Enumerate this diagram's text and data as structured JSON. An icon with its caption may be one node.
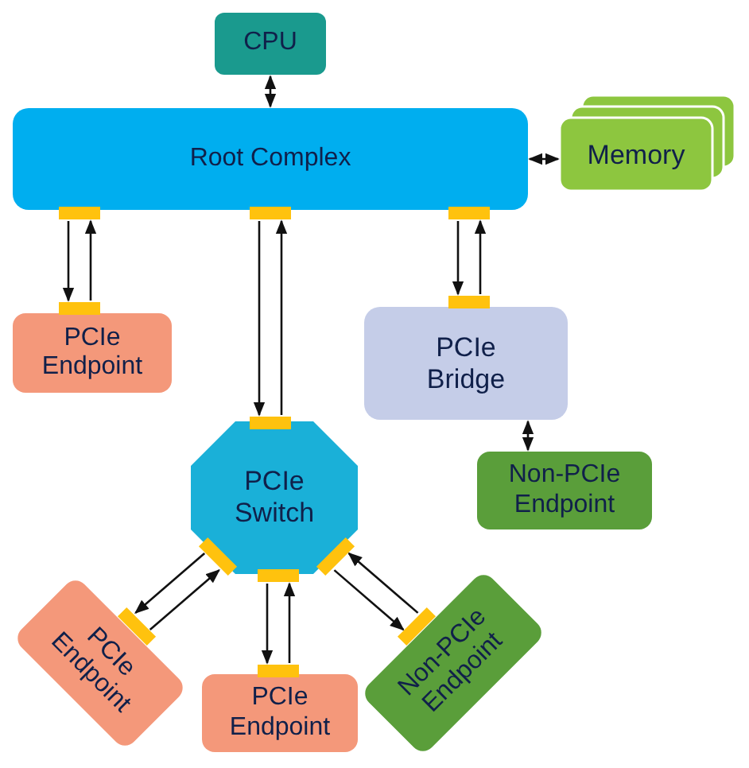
{
  "diagram": {
    "nodes": [
      {
        "text": [
          "CPU"
        ]
      },
      {
        "text": [
          "Root Complex"
        ]
      },
      {
        "text": [
          "Memory"
        ]
      },
      {
        "text": [
          "PCIe Endpoint"
        ]
      },
      {
        "text": [
          "PCIe Bridge"
        ]
      },
      {
        "text": [
          "PCIe Switch"
        ]
      },
      {
        "text": [
          "Non-PCIe Endpoint"
        ]
      },
      {
        "text": [
          "PCIe Endpoint"
        ]
      },
      {
        "text": [
          "PCIe Endpoint"
        ]
      },
      {
        "text": [
          "Non-PCIe Endpoint"
        ]
      }
    ],
    "edges": [
      {
        "from": 0,
        "to": 1,
        "arrow": "both"
      },
      {
        "from": 1,
        "to": 2,
        "arrow": "both"
      },
      {
        "from": 1,
        "to": 3,
        "arrow": "to"
      },
      {
        "from": 3,
        "to": 1,
        "arrow": "to"
      },
      {
        "from": 1,
        "to": 5,
        "arrow": "to"
      },
      {
        "from": 5,
        "to": 1,
        "arrow": "to"
      },
      {
        "from": 1,
        "to": 4,
        "arrow": "to"
      },
      {
        "from": 4,
        "to": 1,
        "arrow": "to"
      },
      {
        "from": 4,
        "to": 6,
        "arrow": "both"
      },
      {
        "from": 5,
        "to": 7,
        "arrow": "to"
      },
      {
        "from": 7,
        "to": 5,
        "arrow": "to"
      },
      {
        "from": 5,
        "to": 8,
        "arrow": "to"
      },
      {
        "from": 8,
        "to": 5,
        "arrow": "to"
      },
      {
        "from": 5,
        "to": 9,
        "arrow": "to"
      },
      {
        "from": 9,
        "to": 5,
        "arrow": "to"
      }
    ]
  }
}
